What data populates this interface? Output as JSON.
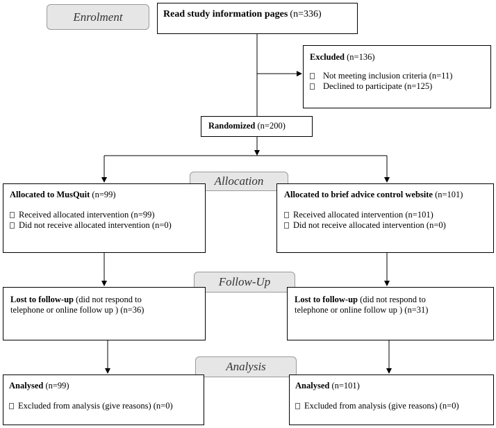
{
  "stages": {
    "enrolment": "Enrolment",
    "allocation": "Allocation",
    "followup": "Follow-Up",
    "analysis": "Analysis"
  },
  "read": {
    "label": "Read study information pages",
    "count": "(n=336)"
  },
  "excluded": {
    "title": "Excluded",
    "count": "(n=136)",
    "items": [
      "Not meeting inclusion criteria (n=11)",
      "Declined to participate (n=125)"
    ]
  },
  "randomized": {
    "title": "Randomized",
    "count": "(n=200)"
  },
  "allocated_left": {
    "title": "Allocated to MusQuit",
    "count": "(n=99)",
    "items": [
      "Received allocated intervention (n=99)",
      "Did not receive allocated intervention (n=0)"
    ]
  },
  "allocated_right": {
    "title": "Allocated to brief advice control website",
    "count": "(n=101)",
    "items": [
      "Received allocated intervention (n=101)",
      "Did not receive allocated intervention (n=0)"
    ]
  },
  "lost_left": {
    "title": "Lost to follow-up",
    "text1": "(did not respond to",
    "text2": "telephone or online follow up ) (n=36)"
  },
  "lost_right": {
    "title": "Lost to follow-up",
    "text1": "(did not respond to",
    "text2": "telephone or online follow up ) (n=31)"
  },
  "analysed_left": {
    "title": "Analysed",
    "count": "(n=99)",
    "item": "Excluded from analysis (give reasons) (n=0)"
  },
  "analysed_right": {
    "title": "Analysed",
    "count": "(n=101)",
    "item": "Excluded from analysis (give reasons) (n=0)"
  }
}
